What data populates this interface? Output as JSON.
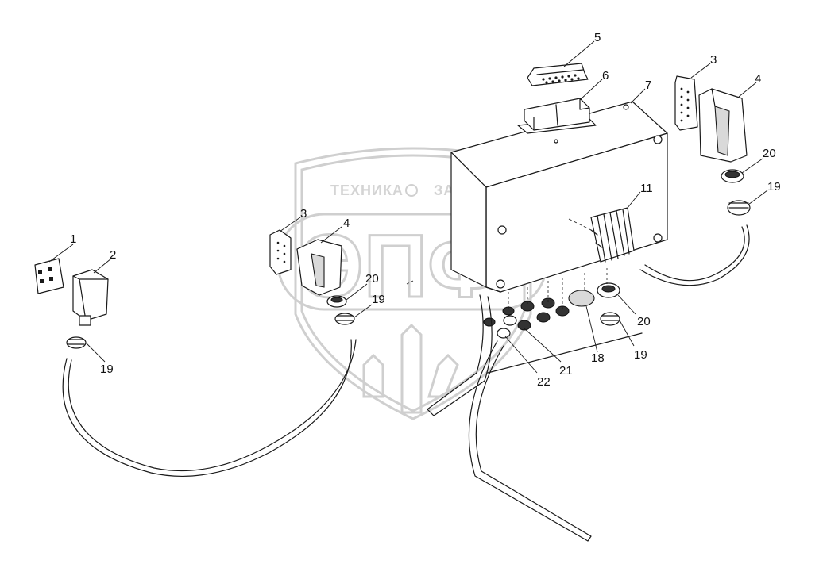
{
  "watermark": {
    "brand_left": "ТЕХНИКА",
    "brand_right": "ЗАПЧАСТИ",
    "monogram": "ЭПФ"
  },
  "callouts": {
    "c1": "1",
    "c2": "2",
    "c3_left": "3",
    "c4_left": "4",
    "c3_right": "3",
    "c4_right": "4",
    "c5": "5",
    "c6": "6",
    "c7": "7",
    "c11": "11",
    "c18": "18",
    "c19_far_left": "19",
    "c19_mid": "19",
    "c19_right": "19",
    "c19_bottom": "19",
    "c20_mid": "20",
    "c20_right": "20",
    "c20_bottom": "20",
    "c21": "21",
    "c22": "22"
  },
  "colors": {
    "line": "#1a1a1a",
    "watermark": "#cfcfcf"
  }
}
